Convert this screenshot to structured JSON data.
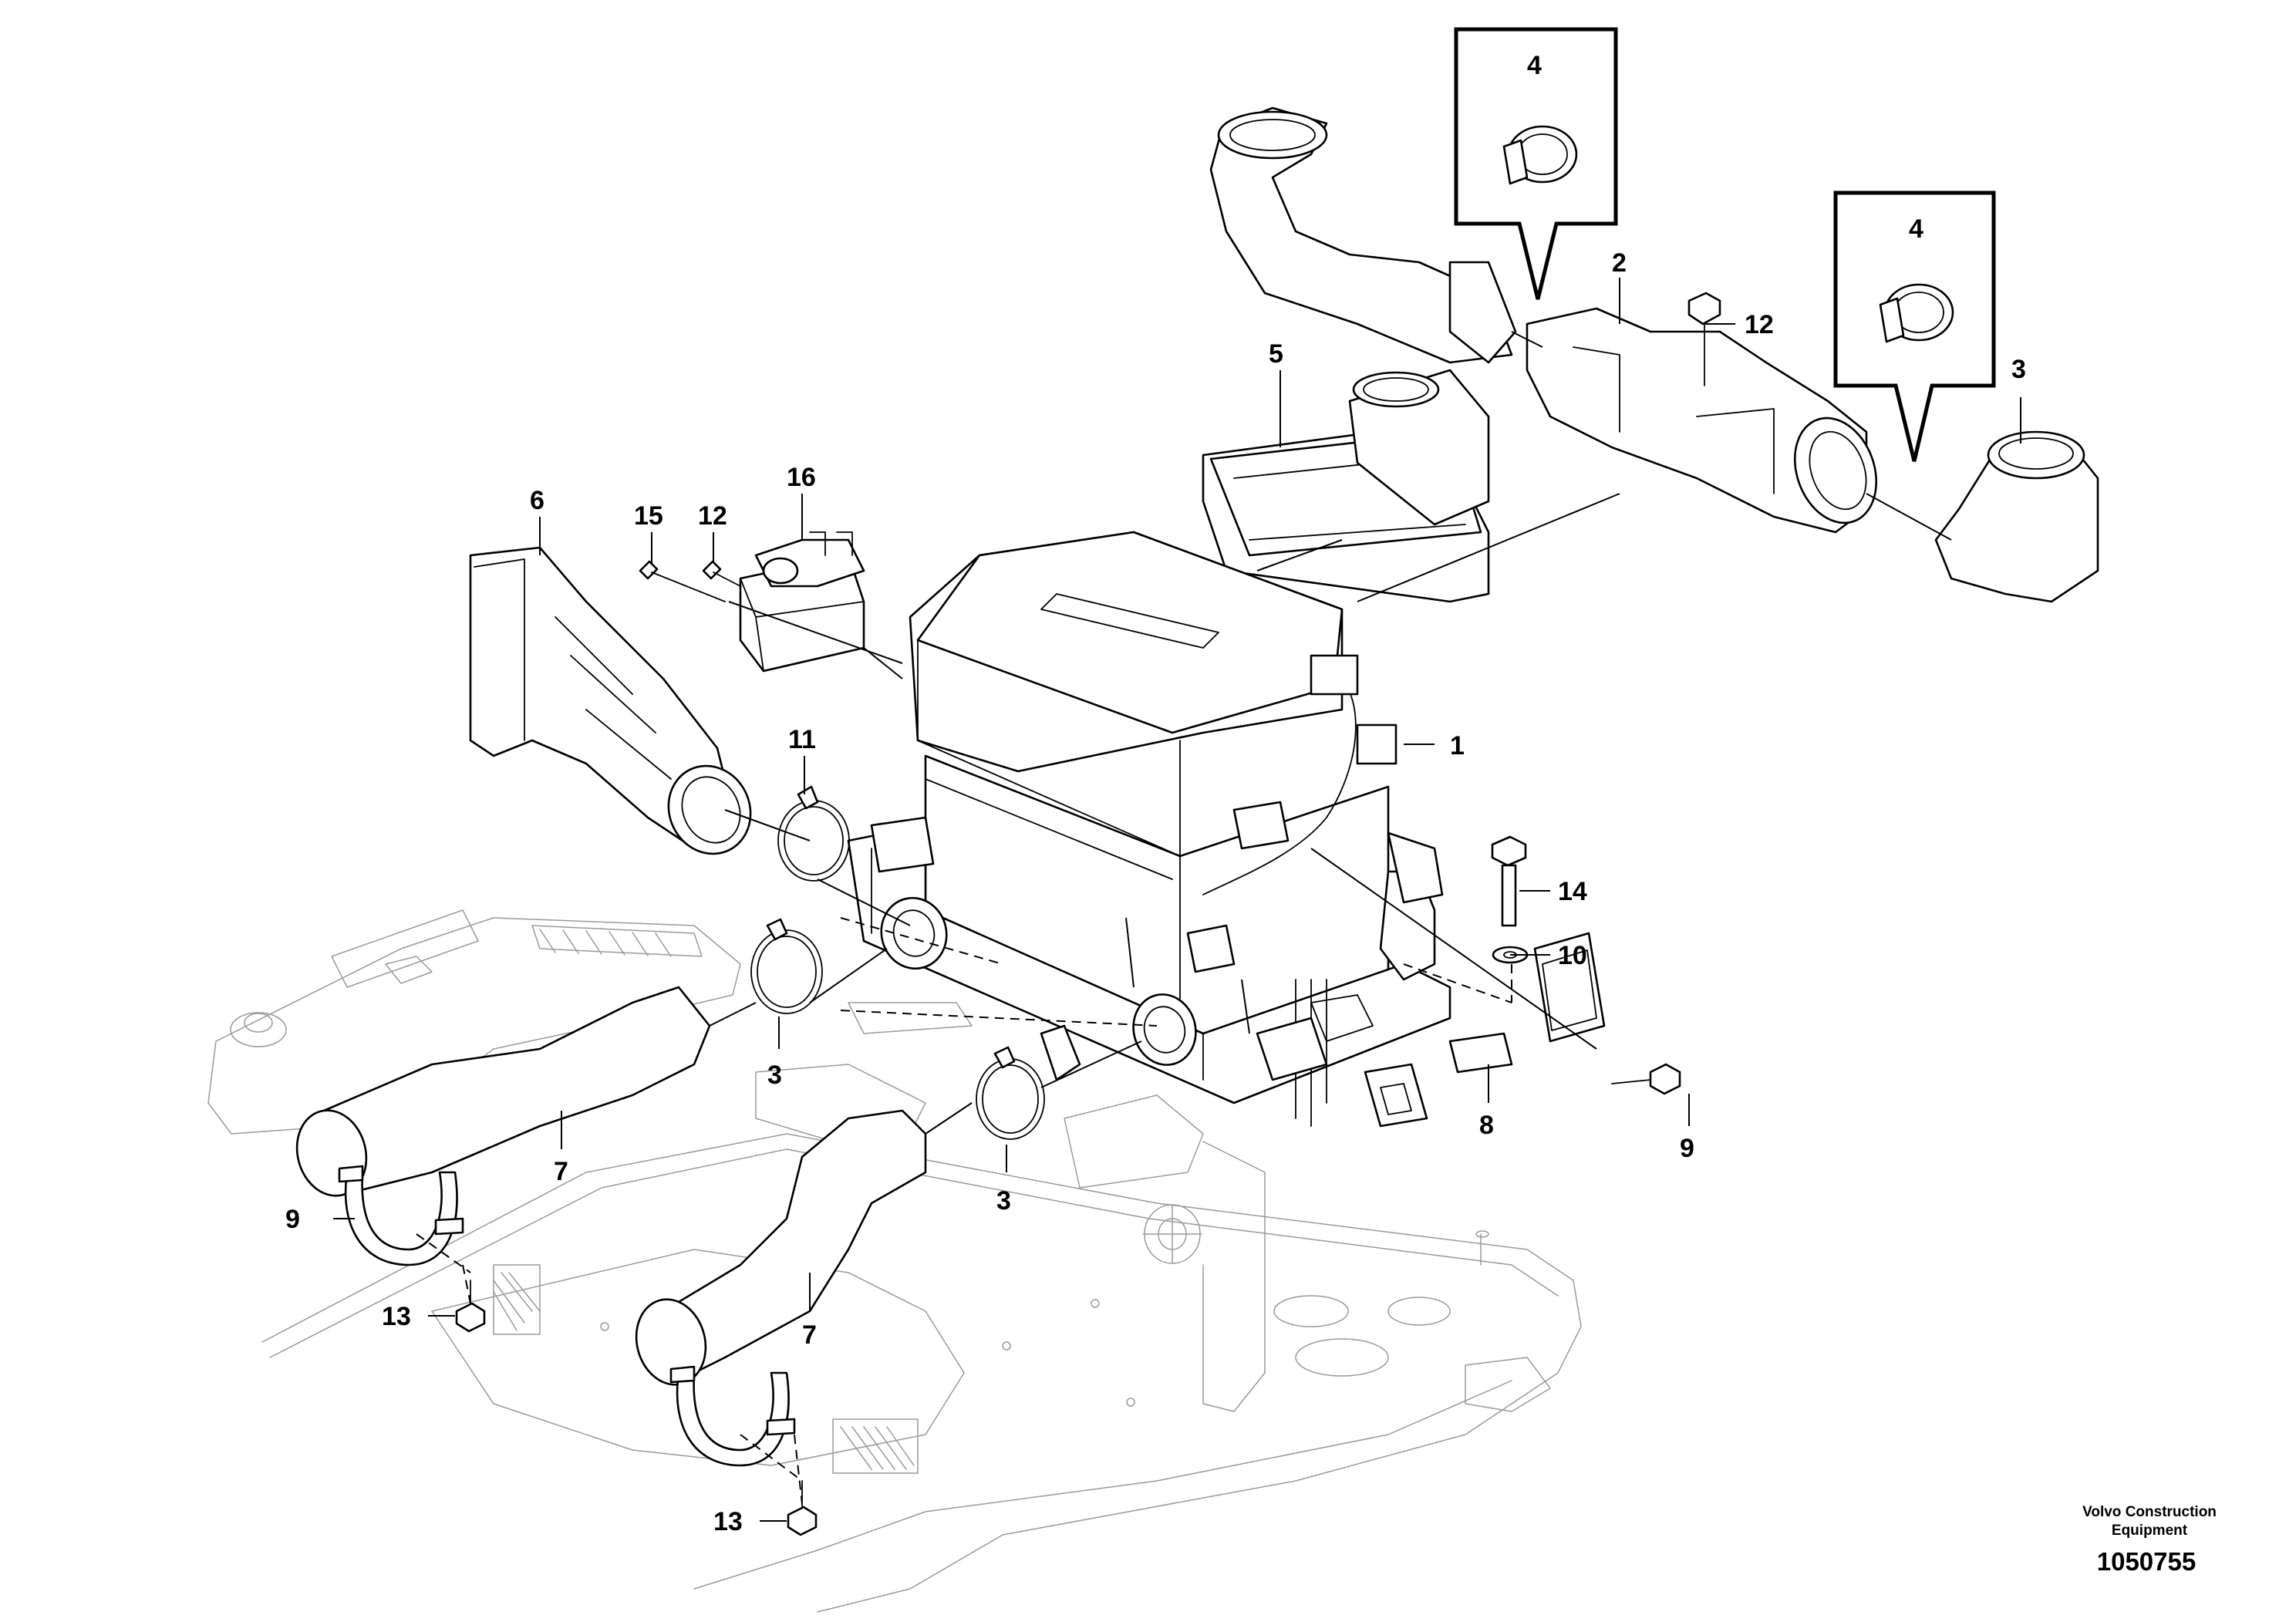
{
  "diagram": {
    "callouts": {
      "c1": "1",
      "c2": "2",
      "c3a": "3",
      "c3b": "3",
      "c3c": "3",
      "c4a": "4",
      "c4b": "4",
      "c5": "5",
      "c6": "6",
      "c7a": "7",
      "c7b": "7",
      "c8": "8",
      "c9a": "9",
      "c9b": "9",
      "c10": "10",
      "c11": "11",
      "c12a": "12",
      "c12b": "12",
      "c13a": "13",
      "c13b": "13",
      "c14": "14",
      "c15": "15",
      "c16": "16"
    },
    "footer": {
      "brand_line1": "Volvo Construction",
      "brand_line2": "Equipment",
      "doc_number": "1050755"
    }
  }
}
